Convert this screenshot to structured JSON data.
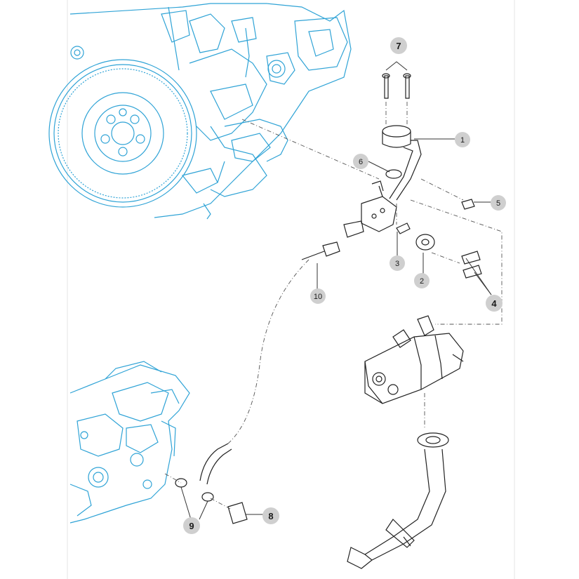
{
  "colors": {
    "background": "#ffffff",
    "engine_line": "#2fa3d6",
    "part_line": "#222222",
    "callout_fill": "#cfcfcf",
    "leader": "#333333"
  },
  "callouts": [
    {
      "id": "c1",
      "label": "1"
    },
    {
      "id": "c2",
      "label": "2"
    },
    {
      "id": "c3",
      "label": "3"
    },
    {
      "id": "c4",
      "label": "4"
    },
    {
      "id": "c5",
      "label": "5"
    },
    {
      "id": "c6",
      "label": "6"
    },
    {
      "id": "c7",
      "label": "7"
    },
    {
      "id": "c8",
      "label": "8"
    },
    {
      "id": "c9",
      "label": "9"
    },
    {
      "id": "c10",
      "label": "10"
    }
  ],
  "icons": {
    "engine": "engine-block-icon",
    "transmission": "transmission-housing-icon",
    "pump": "hydraulic-pump-icon",
    "pipe": "suction-pipe-icon"
  }
}
